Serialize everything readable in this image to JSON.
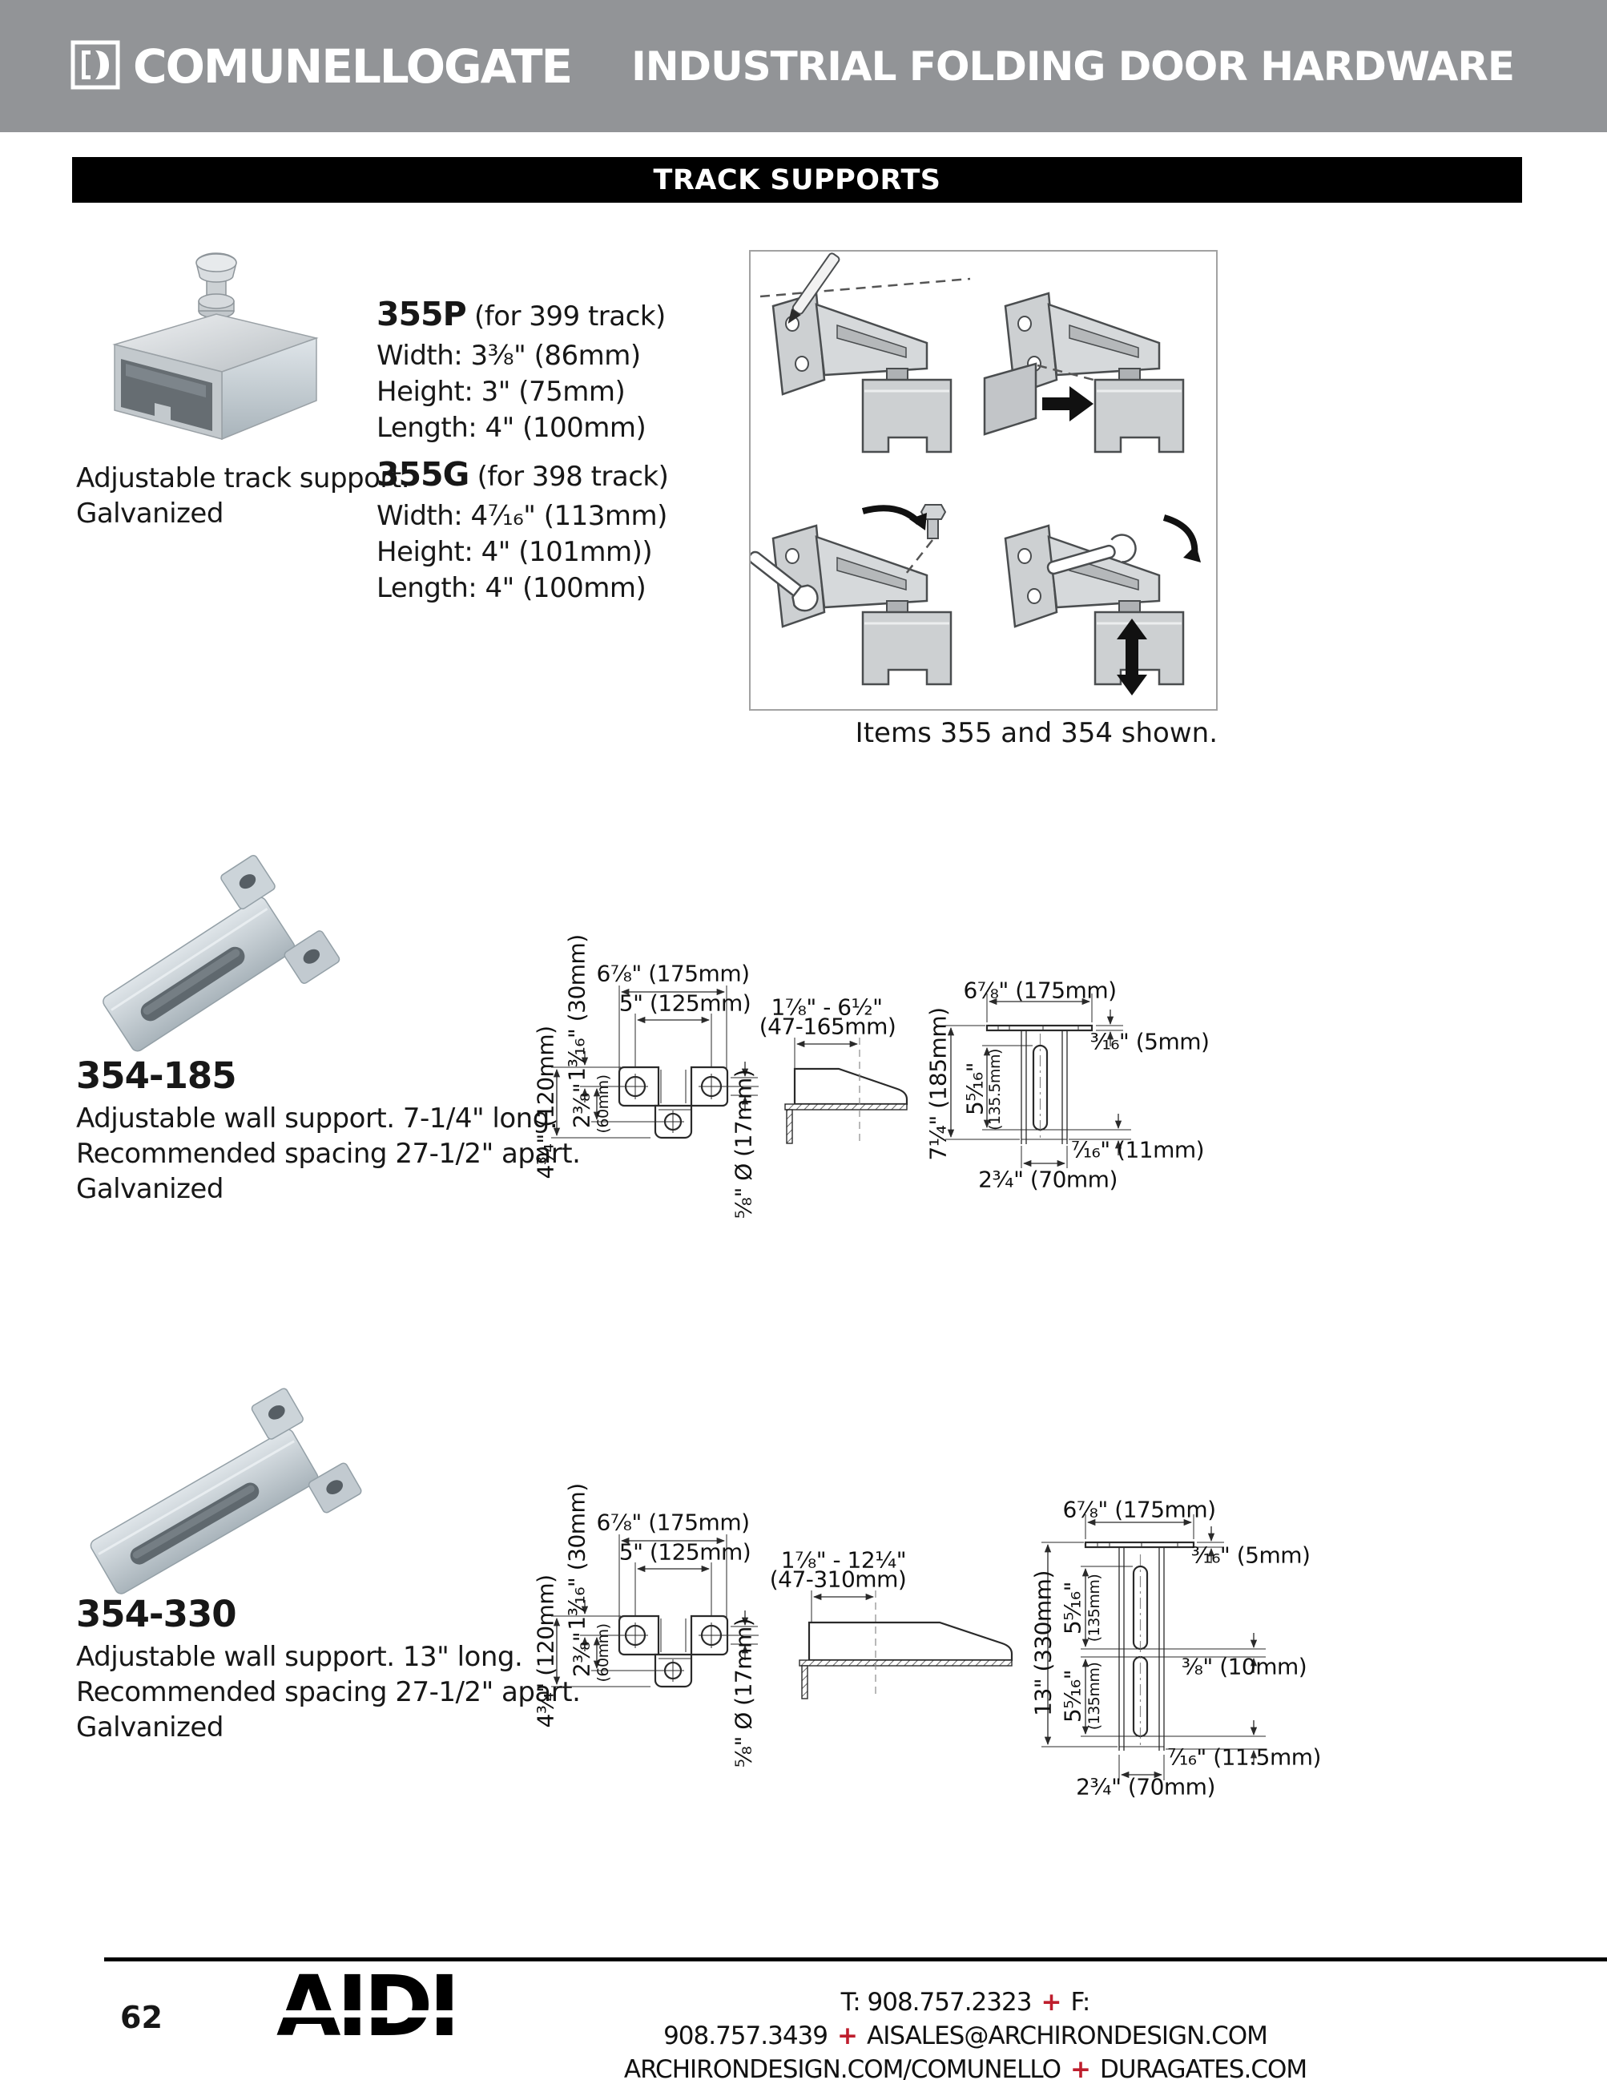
{
  "header": {
    "brand": "COMUNELLOGATE",
    "title": "INDUSTRIAL FOLDING DOOR HARDWARE"
  },
  "section_bar": "TRACK SUPPORTS",
  "colors": {
    "header_bg": "#929497",
    "section_bar_bg": "#000000",
    "accent_red": "#be1e2d"
  },
  "track_support": {
    "description": [
      "Adjustable track support.",
      "Galvanized"
    ],
    "variants": [
      {
        "code": "355P",
        "note": "(for 399 track)",
        "specs": [
          "Width: 3⅜\" (86mm)",
          "Height: 3\" (75mm)",
          "Length: 4\" (100mm)"
        ]
      },
      {
        "code": "355G",
        "note": "(for 398 track)",
        "specs": [
          "Width: 4⁷⁄₁₆\" (113mm)",
          "Height: 4\" (101mm))",
          "Length: 4\" (100mm)"
        ]
      }
    ],
    "caption": "Items 355 and 354 shown."
  },
  "support_185": {
    "code": "354-185",
    "description": [
      "Adjustable wall support. 7-1/4\" long.",
      "Recommended spacing 27-1/2\" apart.",
      "Galvanized"
    ],
    "front_view": {
      "overall_width": "6⅞\" (175mm)",
      "hole_spacing": "5\" (125mm)",
      "top_offset": "1³⁄₁₆\" (30mm)",
      "overall_height": "4¾\" (120mm)",
      "mid_offset": "2⅜\"",
      "mid_offset_mm": "(60mm)",
      "hole_dia": "⅝\" Ø (17mm)"
    },
    "side_view": {
      "range": "1⅞\" - 6½\"",
      "range_mm": "(47-165mm)"
    },
    "bottom_view": {
      "overall_width": "6⅞\" (175mm)",
      "overall_height": "7¼\" (185mm)",
      "slot_length": "5⁵⁄₁₆\"",
      "slot_length_mm": "(135.5mm)",
      "flange": "³⁄₁₆\" (5mm)",
      "edge_offset": "⁷⁄₁₆\" (11mm)",
      "channel_width": "2¾\" (70mm)"
    }
  },
  "support_330": {
    "code": "354-330",
    "description": [
      "Adjustable wall support. 13\" long.",
      "Recommended spacing 27-1/2\" apart.",
      "Galvanized"
    ],
    "front_view": {
      "overall_width": "6⅞\" (175mm)",
      "hole_spacing": "5\" (125mm)",
      "top_offset": "1³⁄₁₆\" (30mm)",
      "overall_height": "4¾\" (120mm)",
      "mid_offset": "2⅜\"",
      "mid_offset_mm": "(60mm)",
      "hole_dia": "⅝\" Ø (17mm)"
    },
    "side_view": {
      "range": "1⅞\" - 12¼\"",
      "range_mm": "(47-310mm)"
    },
    "bottom_view": {
      "overall_width": "6⅞\" (175mm)",
      "overall_height": "13\" (330mm)",
      "slot1_length": "5⁵⁄₁₆\"",
      "slot1_length_mm": "(135mm)",
      "slot2_length": "5⁵⁄₁₆\"",
      "slot2_length_mm": "(135mm)",
      "flange": "³⁄₁₆\" (5mm)",
      "slot_gap": "⅜\" (10mm)",
      "edge_offset": "⁷⁄₁₆\" (11.5mm)",
      "channel_width": "2¾\" (70mm)"
    }
  },
  "footer": {
    "page_number": "62",
    "logo_text": "AIDI",
    "phone": "T: 908.757.2323",
    "fax": "F: 908.757.3439",
    "email": "AISALES@ARCHIRONDESIGN.COM",
    "site": "ARCHIRONDESIGN.COM/COMUNELLO",
    "site2": "DURAGATES.COM",
    "separator": "+"
  }
}
